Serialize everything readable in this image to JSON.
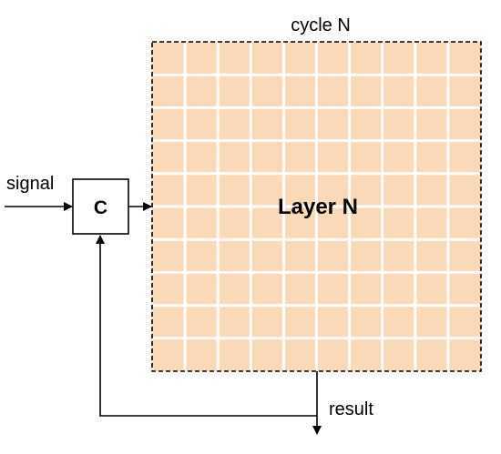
{
  "labels": {
    "cycle": "cycle N",
    "layer": "Layer N",
    "signal": "signal",
    "controller": "C",
    "result": "result"
  },
  "colors": {
    "grid_fill": "#fad9b8",
    "grid_lines": "#ffffff",
    "stroke": "#000000"
  },
  "grid": {
    "rows": 10,
    "cols": 10,
    "border": "dashed"
  }
}
